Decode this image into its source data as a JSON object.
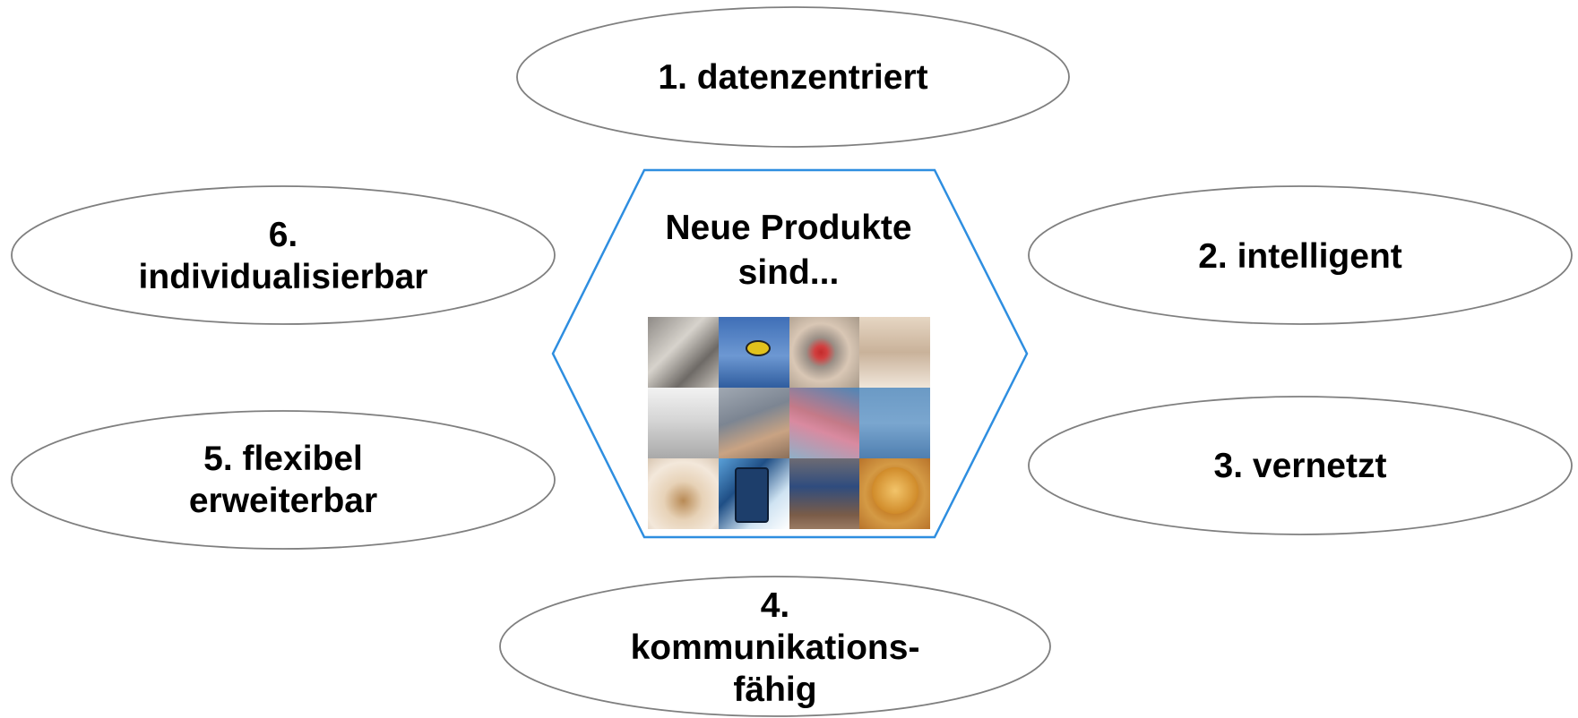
{
  "center": {
    "title": "Neue Produkte\nsind..."
  },
  "items": [
    {
      "id": "item-1",
      "label": "1. datenzentriert"
    },
    {
      "id": "item-2",
      "label": "2. intelligent"
    },
    {
      "id": "item-3",
      "label": "3. vernetzt"
    },
    {
      "id": "item-4",
      "label": "4.\nkommunikations-\nfähig"
    },
    {
      "id": "item-5",
      "label": "5. flexibel\nerweiterbar"
    },
    {
      "id": "item-6",
      "label": "6.\nindividualisierbar"
    }
  ],
  "colors": {
    "hexagon_stroke": "#2e8ee0",
    "ellipse_stroke": "#7f7f7f",
    "text": "#000000"
  }
}
